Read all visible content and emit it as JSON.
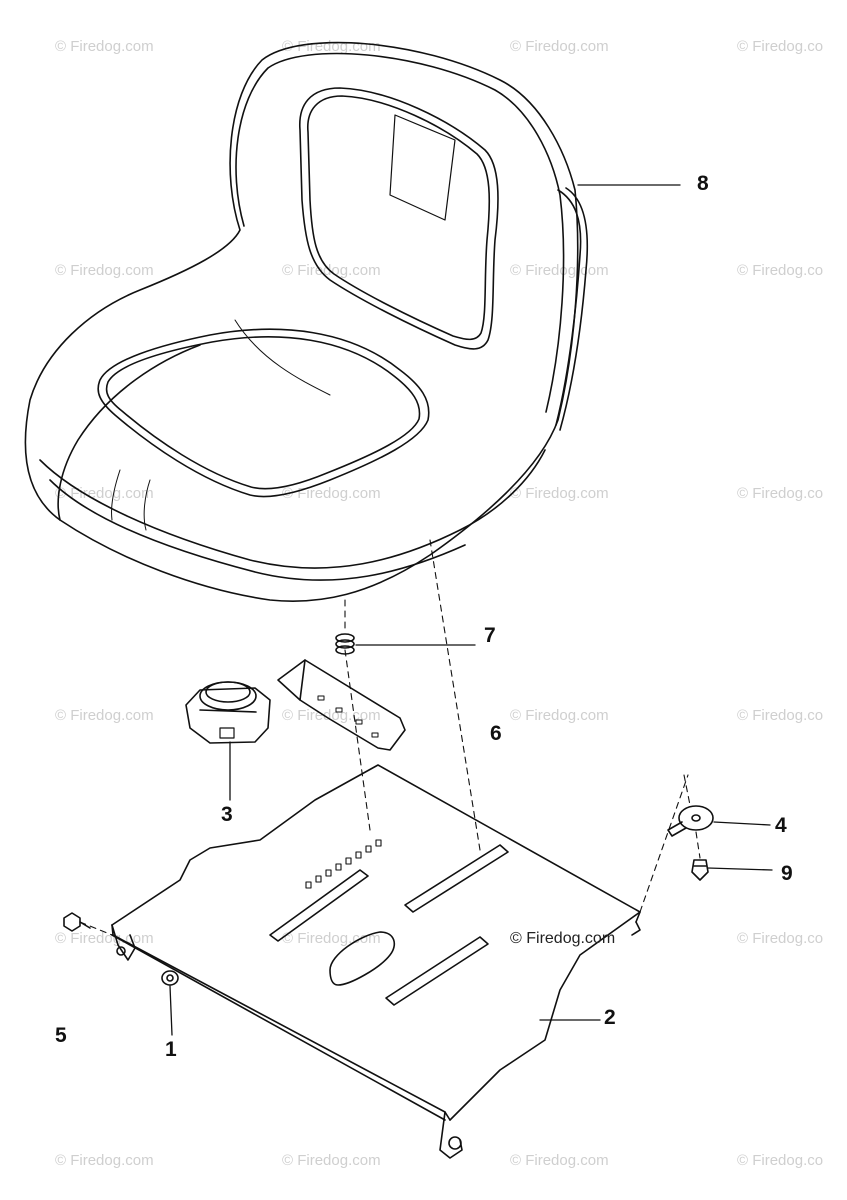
{
  "watermark": {
    "text": "© Firedog.com",
    "text_cut": "© Firedog.co"
  },
  "credit": "© Firedog.com",
  "parts": [
    {
      "number": "1",
      "name": "nut"
    },
    {
      "number": "2",
      "name": "seat-pan-plate"
    },
    {
      "number": "3",
      "name": "seat-switch"
    },
    {
      "number": "4",
      "name": "washer"
    },
    {
      "number": "5",
      "name": "bolt"
    },
    {
      "number": "6",
      "name": "mounting-bracket"
    },
    {
      "number": "7",
      "name": "spring"
    },
    {
      "number": "8",
      "name": "seat"
    },
    {
      "number": "9",
      "name": "screw"
    }
  ],
  "callouts": {
    "c1": "1",
    "c2": "2",
    "c3": "3",
    "c4": "4",
    "c5": "5",
    "c6": "6",
    "c7": "7",
    "c8": "8",
    "c9": "9"
  }
}
